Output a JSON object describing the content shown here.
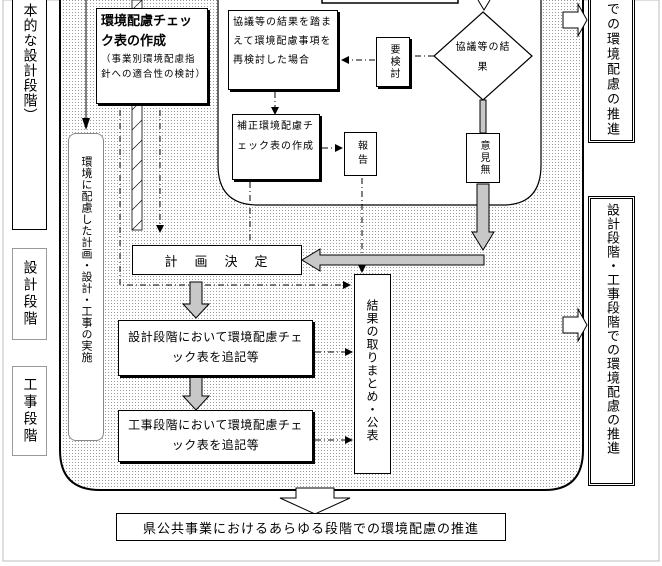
{
  "left": {
    "top_box": "本的な設計段階）",
    "design_stage": "設計段階",
    "construction_stage": "工事段階",
    "middle_pill": "環境に配慮した計画・設計・工事の実施"
  },
  "boxes": {
    "check_title": "環境配慮チェック表の作成",
    "check_sub": "（事業別環境配慮指針への適合性の検討）",
    "reconsider": "協議等の結果を踏まえて環境配慮事項を再検討した場合",
    "revised_check": "補正環境配慮チェック表の作成",
    "report": "報告",
    "need_review": "要検討",
    "consult_result": "協議等の結果",
    "no_opinion": "意見無",
    "plan_decision": "計　画　決　定",
    "design_append": "設計段階において環境配慮チェック表を追記等",
    "construction_append": "工事段階において環境配慮チェック表を追記等",
    "summary": "結果の取りまとめ・公表"
  },
  "right": {
    "top_box": "での環境配慮の推進",
    "main_box": "設計段階・工事段階での環境配慮の推進"
  },
  "bottom": {
    "label": "県公共事業におけるあらゆる段階での環境配慮の推進"
  }
}
